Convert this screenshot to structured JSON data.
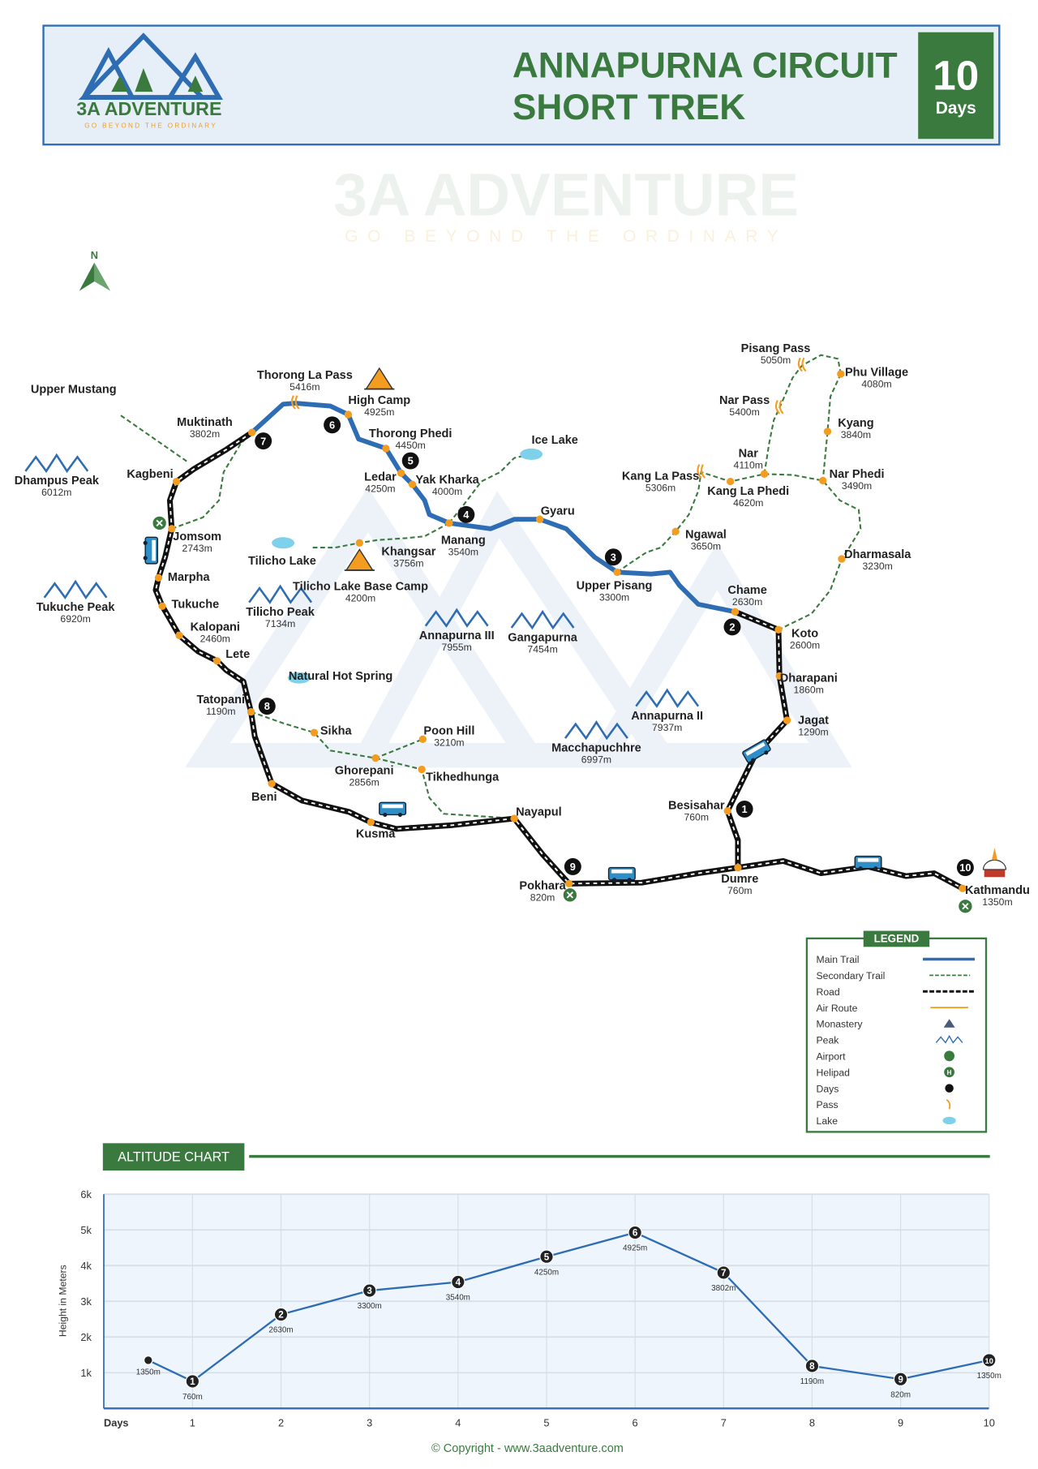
{
  "header": {
    "brand": "3A ADVENTURE",
    "tagline": "GO BEYOND THE ORDINARY",
    "title_line1": "ANNAPURNA CIRCUIT",
    "title_line2": "SHORT TREK",
    "days_number": "10",
    "days_label": "Days"
  },
  "north_label": "N",
  "colors": {
    "green": "#3b7a3f",
    "blue": "#2e6db4",
    "orange": "#f39c1f",
    "road": "#111111"
  },
  "places": [
    {
      "name": "Upper Mustang",
      "alt": ""
    },
    {
      "name": "Muktinath",
      "alt": "3802m"
    },
    {
      "name": "Thorong La Pass",
      "alt": "5416m"
    },
    {
      "name": "High Camp",
      "alt": "4925m"
    },
    {
      "name": "Thorong Phedi",
      "alt": "4450m"
    },
    {
      "name": "Ledar",
      "alt": "4250m"
    },
    {
      "name": "Yak Kharka",
      "alt": "4000m"
    },
    {
      "name": "Manang",
      "alt": "3540m"
    },
    {
      "name": "Gyaru",
      "alt": ""
    },
    {
      "name": "Ice Lake",
      "alt": ""
    },
    {
      "name": "Upper Pisang",
      "alt": "3300m"
    },
    {
      "name": "Chame",
      "alt": "2630m"
    },
    {
      "name": "Koto",
      "alt": "2600m"
    },
    {
      "name": "Dharapani",
      "alt": "1860m"
    },
    {
      "name": "Jagat",
      "alt": "1290m"
    },
    {
      "name": "Besisahar",
      "alt": "760m"
    },
    {
      "name": "Dumre",
      "alt": "760m"
    },
    {
      "name": "Kathmandu",
      "alt": "1350m"
    },
    {
      "name": "Pokhara",
      "alt": "820m"
    },
    {
      "name": "Nayapul",
      "alt": ""
    },
    {
      "name": "Kusma",
      "alt": ""
    },
    {
      "name": "Beni",
      "alt": ""
    },
    {
      "name": "Tatopani",
      "alt": "1190m"
    },
    {
      "name": "Lete",
      "alt": ""
    },
    {
      "name": "Kalopani",
      "alt": "2460m"
    },
    {
      "name": "Tukuche",
      "alt": ""
    },
    {
      "name": "Marpha",
      "alt": ""
    },
    {
      "name": "Jomsom",
      "alt": "2743m"
    },
    {
      "name": "Kagbeni",
      "alt": ""
    },
    {
      "name": "Tilicho Lake",
      "alt": ""
    },
    {
      "name": "Khangsar",
      "alt": "3756m"
    },
    {
      "name": "Tilicho Lake Base Camp",
      "alt": "4200m"
    },
    {
      "name": "Natural Hot Spring",
      "alt": ""
    },
    {
      "name": "Sikha",
      "alt": ""
    },
    {
      "name": "Poon Hill",
      "alt": "3210m"
    },
    {
      "name": "Ghorepani",
      "alt": "2856m"
    },
    {
      "name": "Tikhedhunga",
      "alt": ""
    },
    {
      "name": "Ngawal",
      "alt": "3650m"
    },
    {
      "name": "Kang La Pass",
      "alt": "5306m"
    },
    {
      "name": "Kang La Phedi",
      "alt": "4620m"
    },
    {
      "name": "Nar",
      "alt": "4110m"
    },
    {
      "name": "Nar Pass",
      "alt": "5400m"
    },
    {
      "name": "Pisang Pass",
      "alt": "5050m"
    },
    {
      "name": "Phu Village",
      "alt": "4080m"
    },
    {
      "name": "Kyang",
      "alt": "3840m"
    },
    {
      "name": "Nar Phedi",
      "alt": "3490m"
    },
    {
      "name": "Dharmasala",
      "alt": "3230m"
    }
  ],
  "peaks": [
    {
      "name": "Dhampus Peak",
      "alt": "6012m"
    },
    {
      "name": "Tukuche Peak",
      "alt": "6920m"
    },
    {
      "name": "Tilicho Peak",
      "alt": "7134m"
    },
    {
      "name": "Annapurna III",
      "alt": "7955m"
    },
    {
      "name": "Gangapurna",
      "alt": "7454m"
    },
    {
      "name": "Annapurna II",
      "alt": "7937m"
    },
    {
      "name": "Macchapuchhre",
      "alt": "6997m"
    }
  ],
  "day_badges": [
    "1",
    "2",
    "3",
    "4",
    "5",
    "6",
    "7",
    "8",
    "9",
    "10"
  ],
  "watermark": {
    "text": "3A ADVENTURE",
    "tagline": "GO BEYOND THE ORDINARY"
  },
  "legend": {
    "title": "LEGEND",
    "items": [
      {
        "label": "Main Trail",
        "icon": "main-trail-line"
      },
      {
        "label": "Secondary Trail",
        "icon": "secondary-trail-line"
      },
      {
        "label": "Road",
        "icon": "road-line"
      },
      {
        "label": "Air Route",
        "icon": "air-route-line"
      },
      {
        "label": "Monastery",
        "icon": "monastery-icon"
      },
      {
        "label": "Peak",
        "icon": "peak-icon"
      },
      {
        "label": "Airport",
        "icon": "airport-icon"
      },
      {
        "label": "Helipad",
        "icon": "helipad-icon"
      },
      {
        "label": "Days",
        "icon": "day-dot-icon"
      },
      {
        "label": "Pass",
        "icon": "pass-icon"
      },
      {
        "label": "Lake",
        "icon": "lake-icon"
      }
    ]
  },
  "chart_data": {
    "type": "line",
    "title": "ALTITUDE CHART",
    "xlabel": "Days",
    "ylabel": "Height in Meters",
    "x_ticks": [
      "1",
      "2",
      "3",
      "4",
      "5",
      "6",
      "7",
      "8",
      "9",
      "10"
    ],
    "y_ticks": [
      "1k",
      "2k",
      "3k",
      "4k",
      "5k",
      "6k"
    ],
    "ylim": [
      0,
      6000
    ],
    "xlim": [
      0,
      10
    ],
    "grid": true,
    "points": [
      {
        "day": 0.5,
        "value": 1350,
        "label": "1350m",
        "marker": ""
      },
      {
        "day": 1,
        "value": 760,
        "label": "760m",
        "marker": "1"
      },
      {
        "day": 2,
        "value": 2630,
        "label": "2630m",
        "marker": "2"
      },
      {
        "day": 3,
        "value": 3300,
        "label": "3300m",
        "marker": "3"
      },
      {
        "day": 4,
        "value": 3540,
        "label": "3540m",
        "marker": "4"
      },
      {
        "day": 5,
        "value": 4250,
        "label": "4250m",
        "marker": "5"
      },
      {
        "day": 6,
        "value": 4925,
        "label": "4925m",
        "marker": "6"
      },
      {
        "day": 7,
        "value": 3802,
        "label": "3802m",
        "marker": "7"
      },
      {
        "day": 8,
        "value": 1190,
        "label": "1190m",
        "marker": "8"
      },
      {
        "day": 9,
        "value": 820,
        "label": "820m",
        "marker": "9"
      },
      {
        "day": 10,
        "value": 1350,
        "label": "1350m",
        "marker": "10"
      }
    ]
  },
  "footer": {
    "copyright": "© Copyright - www.3aadventure.com"
  }
}
